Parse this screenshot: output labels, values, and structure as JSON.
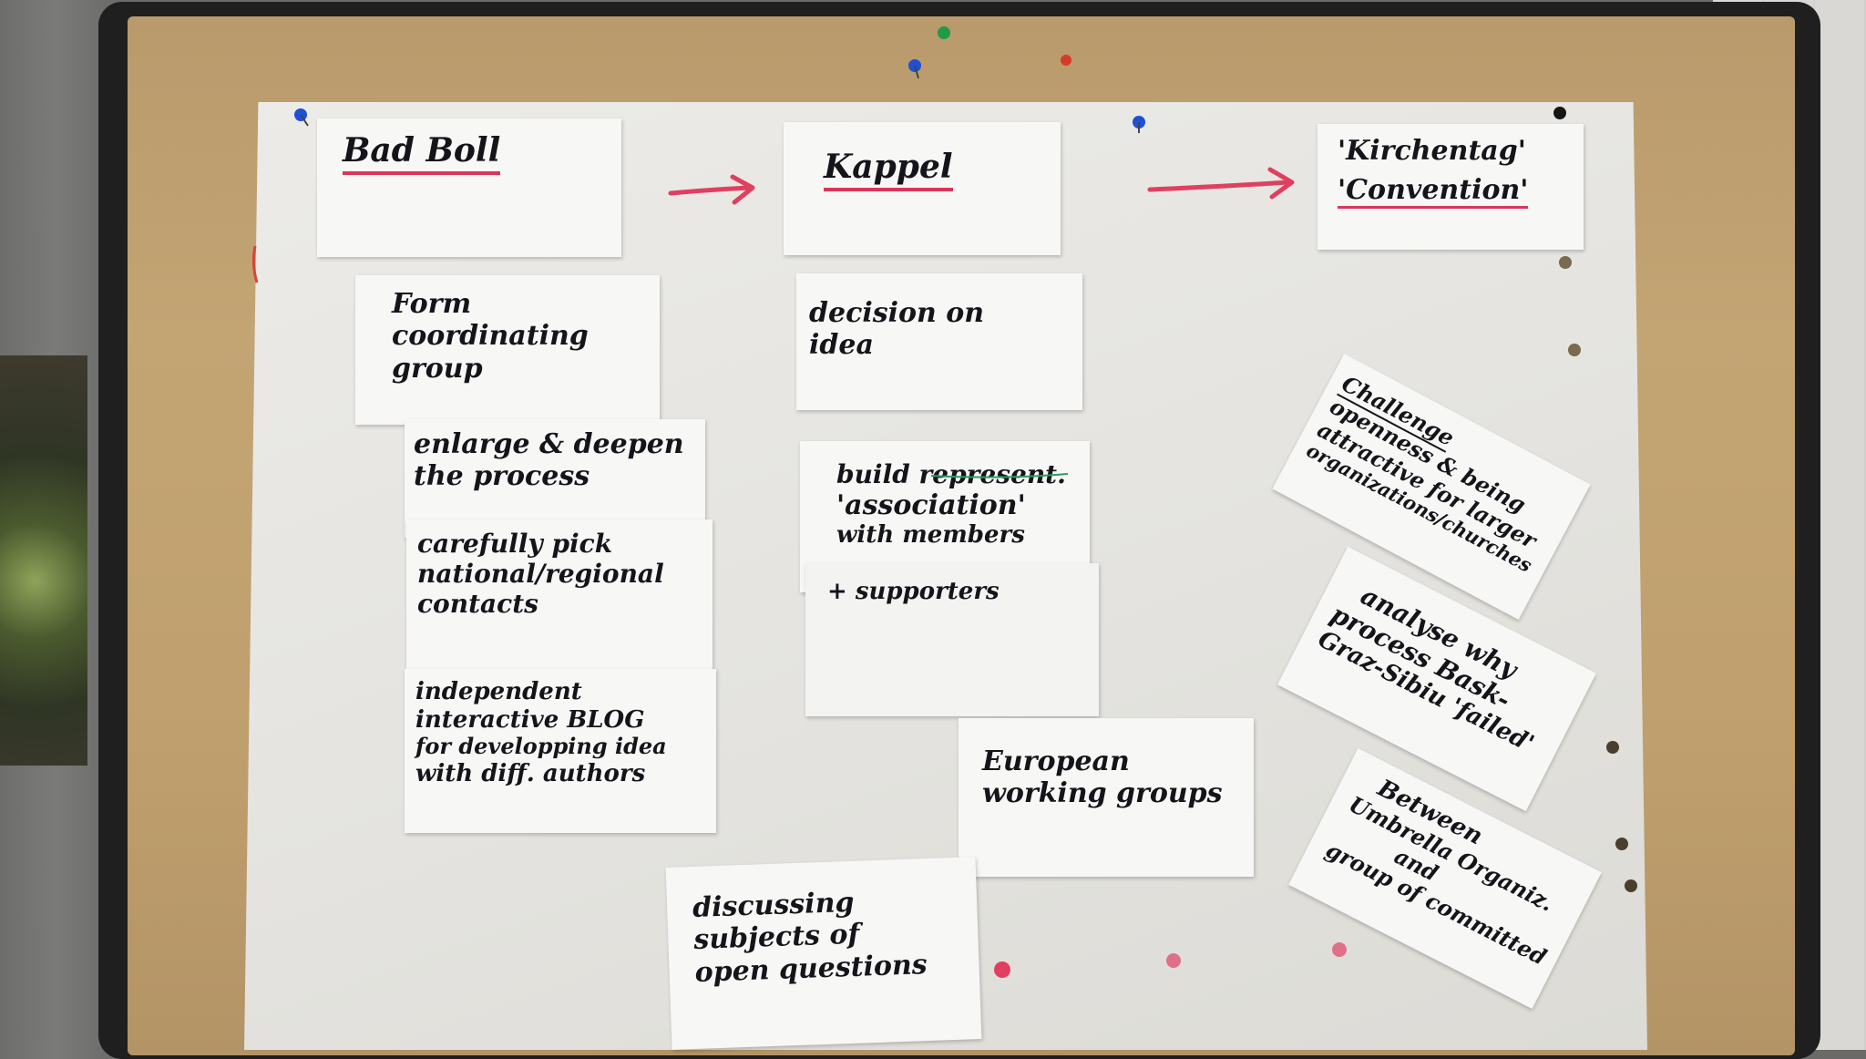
{
  "board": {
    "columns": [
      {
        "heading": "Bad Boll"
      },
      {
        "heading": "Kappel"
      },
      {
        "heading_lines": [
          "'Kirchentag'",
          "'Convention'"
        ]
      }
    ],
    "cards": {
      "bad_boll_1": [
        "Form",
        "coordinating",
        "group"
      ],
      "bad_boll_2": [
        "enlarge & deepen",
        "the process"
      ],
      "bad_boll_3": [
        "carefully pick",
        "national/regional",
        "contacts"
      ],
      "bad_boll_4": [
        "independent",
        "interactive BLOG",
        "for developping idea",
        "with diff. authors"
      ],
      "kappel_1": [
        "decision on",
        "idea"
      ],
      "kappel_2": [
        "build represent.",
        "'association'",
        "with members",
        "+ supporters"
      ],
      "kappel_3": [
        "European",
        "working groups"
      ],
      "kappel_4": [
        "discussing",
        "subjects of",
        "open questions"
      ],
      "kt_1": [
        "Challenge",
        "openness & being",
        "attractive for larger",
        "organizations/churches"
      ],
      "kt_2": [
        "analyse why",
        "process Bask-",
        "Graz-Sibiu 'failed'"
      ],
      "kt_3": [
        "Between",
        "Umbrella Organiz.",
        "and",
        "group of committed"
      ]
    },
    "colors": {
      "underline": "#d9365a",
      "arrow": "#e0405f",
      "ink": "#14141a",
      "pin_blue": "#1e4fd6",
      "pin_green": "#1f9a4a",
      "pin_red": "#d63a2a",
      "pin_black": "#151515"
    },
    "icons": [
      "push-pin-icon",
      "right-arrow-icon"
    ]
  }
}
